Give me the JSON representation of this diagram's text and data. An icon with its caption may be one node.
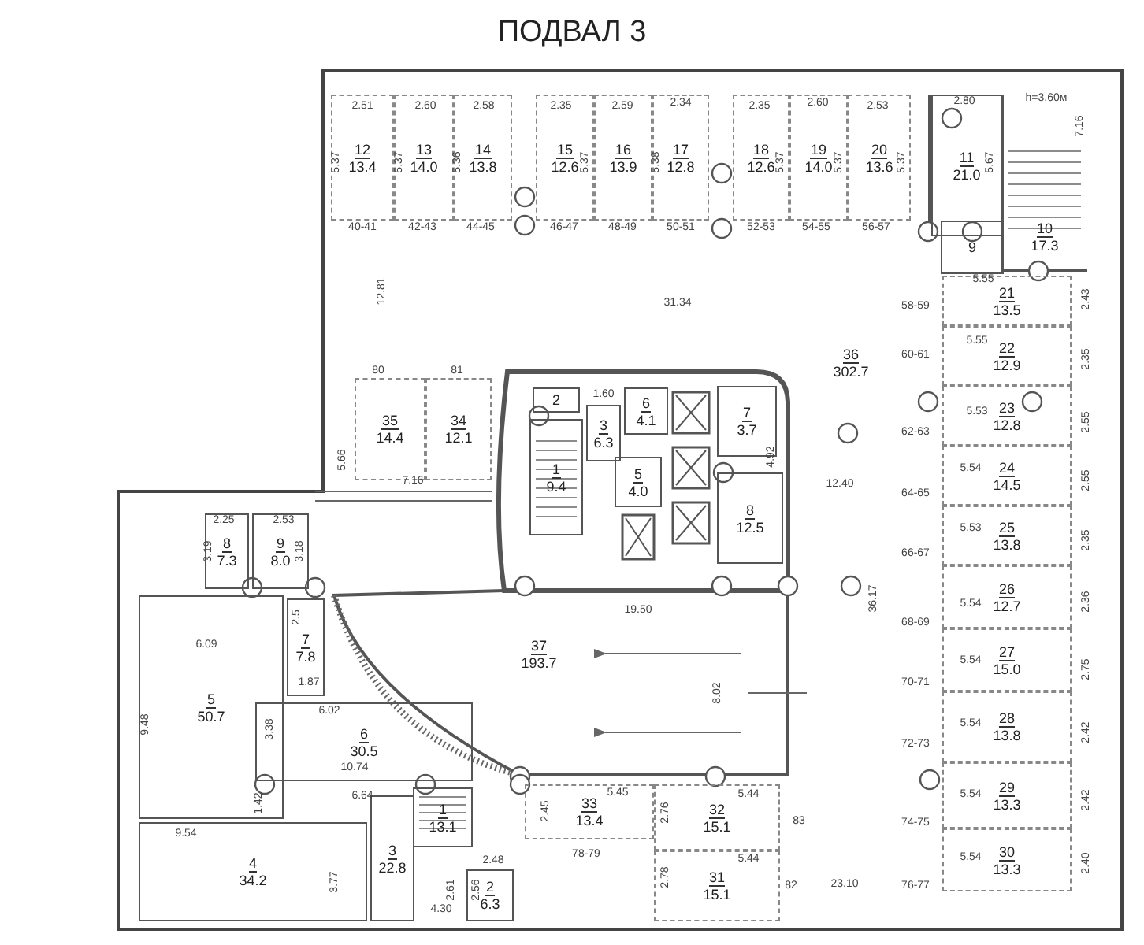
{
  "diagram": {
    "title": "ПОДВАЛ 3",
    "nodes": [
      {
        "text": [
          "12",
          "13.4"
        ]
      },
      {
        "text": [
          "13",
          "14.0"
        ]
      },
      {
        "text": [
          "14",
          "13.8"
        ]
      },
      {
        "text": [
          "15",
          "12.6"
        ]
      },
      {
        "text": [
          "16",
          "13.9"
        ]
      },
      {
        "text": [
          "17",
          "12.8"
        ]
      },
      {
        "text": [
          "18",
          "12.6"
        ]
      },
      {
        "text": [
          "19",
          "14.0"
        ]
      },
      {
        "text": [
          "20",
          "13.6"
        ]
      },
      {
        "text": [
          "11",
          "21.0"
        ]
      },
      {
        "text": [
          "10",
          "17.3"
        ]
      },
      {
        "text": [
          "9"
        ]
      },
      {
        "text": [
          "36",
          "302.7"
        ]
      },
      {
        "text": [
          "21",
          "13.5"
        ]
      },
      {
        "text": [
          "22",
          "12.9"
        ]
      },
      {
        "text": [
          "23",
          "12.8"
        ]
      },
      {
        "text": [
          "24",
          "14.5"
        ]
      },
      {
        "text": [
          "25",
          "13.8"
        ]
      },
      {
        "text": [
          "26",
          "12.7"
        ]
      },
      {
        "text": [
          "27",
          "15.0"
        ]
      },
      {
        "text": [
          "28",
          "13.8"
        ]
      },
      {
        "text": [
          "29",
          "13.3"
        ]
      },
      {
        "text": [
          "30",
          "13.3"
        ]
      },
      {
        "text": [
          "35",
          "14.4"
        ]
      },
      {
        "text": [
          "34",
          "12.1"
        ]
      },
      {
        "text": [
          "2"
        ]
      },
      {
        "text": [
          "1",
          "9.4"
        ]
      },
      {
        "text": [
          "3",
          "6.3"
        ]
      },
      {
        "text": [
          "6",
          "4.1"
        ]
      },
      {
        "text": [
          "5",
          "4.0"
        ]
      },
      {
        "text": [
          "7",
          "3.7"
        ]
      },
      {
        "text": [
          "8",
          "12.5"
        ]
      },
      {
        "text": [],
        "shape": "box"
      },
      {
        "text": [],
        "shape": "box"
      },
      {
        "text": [],
        "shape": "box"
      },
      {
        "text": [],
        "shape": "box"
      },
      {
        "text": [
          "37",
          "193.7"
        ]
      },
      {
        "text": [
          "8",
          "7.3"
        ]
      },
      {
        "text": [
          "9",
          "8.0"
        ]
      },
      {
        "text": [
          "7",
          "7.8"
        ]
      },
      {
        "text": [
          "5",
          "50.7"
        ]
      },
      {
        "text": [
          "6",
          "30.5"
        ]
      },
      {
        "text": [
          "4",
          "34.2"
        ]
      },
      {
        "text": [
          "3",
          "22.8"
        ]
      },
      {
        "text": [
          "1",
          "13.1"
        ]
      },
      {
        "text": [
          "2",
          "6.3"
        ]
      },
      {
        "text": [
          "33",
          "13.4"
        ]
      },
      {
        "text": [
          "32",
          "15.1"
        ]
      },
      {
        "text": [
          "31",
          "15.1"
        ]
      }
    ],
    "labels": [
      "2.51",
      "2.60",
      "2.58",
      "2.35",
      "2.59",
      "2.34",
      "2.35",
      "2.60",
      "2.53",
      "2.80",
      "h=3.60м",
      "5.37",
      "5.37",
      "5.36",
      "5.37",
      "5.38",
      "5.37",
      "5.37",
      "5.37",
      "5.67",
      "7.16",
      "40-41",
      "42-43",
      "44-45",
      "46-47",
      "48-49",
      "50-51",
      "52-53",
      "54-55",
      "56-57",
      "12.81",
      "31.34",
      "5.55",
      "58-59",
      "5.55",
      "60-61",
      "2.43",
      "2.35",
      "80",
      "81",
      "1.60",
      "5.53",
      "62-63",
      "2.55",
      "5.66",
      "4.92",
      "7.16",
      "12.40",
      "5.54",
      "64-65",
      "2.55",
      "2.25",
      "2.53",
      "3.19",
      "3.18",
      "5.53",
      "66-67",
      "2.35",
      "36.17",
      "19.50",
      "5.54",
      "68-69",
      "2.36",
      "6.09",
      "2.5",
      "1.87",
      "6.02",
      "9.48",
      "8.02",
      "5.54",
      "70-71",
      "2.75",
      "3.38",
      "10.74",
      "5.54",
      "72-73",
      "2.42",
      "6.64",
      "1.42",
      "5.45",
      "5.44",
      "2.45",
      "2.76",
      "83",
      "74-75",
      "5.54",
      "2.42",
      "9.54",
      "3.77",
      "2.48",
      "78-79",
      "5.44",
      "5.54",
      "2.40",
      "2.61",
      "2.56",
      "4.30",
      "2.78",
      "82",
      "23.10",
      "76-77"
    ]
  }
}
